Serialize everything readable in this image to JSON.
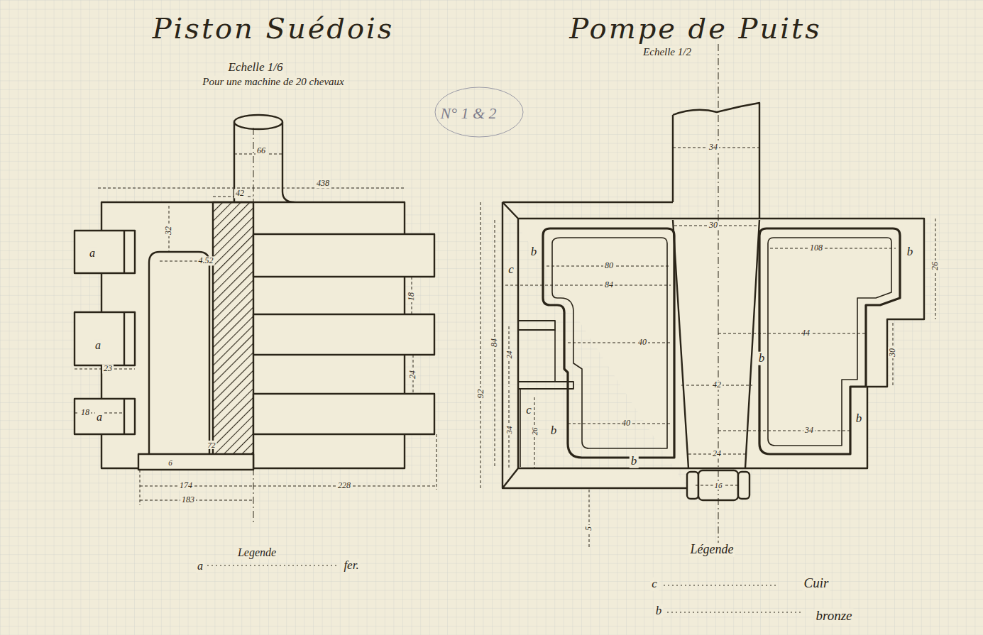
{
  "diagram": {
    "labels": [
      "Piston Suédois",
      "Pompe de Puits",
      "Echelle 1/6",
      "Pour une machine de 20 chevaux",
      "Echelle 1/2",
      "N° 1 & 2",
      "66",
      "42",
      "438",
      "32",
      "4.52",
      "18",
      "24",
      "23",
      "18",
      "72",
      "6",
      "174",
      "183",
      "228",
      "a",
      "a",
      "a",
      "Legende",
      "a",
      "34",
      "30",
      "80",
      "84",
      "108",
      "26",
      "40",
      "44",
      "30",
      "42",
      "40",
      "34",
      "24",
      "16",
      "5",
      "92",
      "84",
      "24",
      "34",
      "26",
      "c",
      "b",
      "b",
      "b",
      "b",
      "c",
      "b",
      "b",
      "Légende",
      "c",
      "b"
    ],
    "legend": [
      {
        "text": "fer."
      },
      {
        "text": "Cuir"
      },
      {
        "text": "bronze"
      }
    ]
  }
}
